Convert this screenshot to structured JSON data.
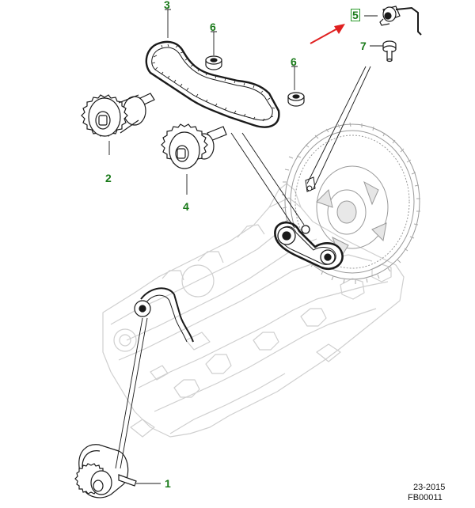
{
  "diagram": {
    "callouts": [
      {
        "id": "1",
        "label": "1"
      },
      {
        "id": "2",
        "label": "2"
      },
      {
        "id": "3",
        "label": "3"
      },
      {
        "id": "4",
        "label": "4"
      },
      {
        "id": "5",
        "label": "5"
      },
      {
        "id": "6a",
        "label": "6"
      },
      {
        "id": "6b",
        "label": "6"
      },
      {
        "id": "7",
        "label": "7"
      }
    ],
    "highlighted_callout": "5",
    "footer": {
      "date_code": "23-2015",
      "figure_id": "FB00011"
    },
    "colors": {
      "callout_text": "#1a7a1a",
      "highlight_box": "#2a9a2a",
      "arrow": "#e02020",
      "line_art": "#1a1a1a",
      "ghost_engine": "#c8c8c8"
    }
  }
}
